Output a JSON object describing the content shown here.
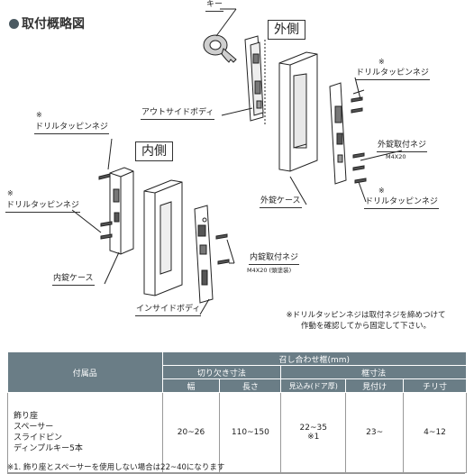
{
  "heading": "取付概略図",
  "outside_title": "外側",
  "inside_title": "内側",
  "labels": {
    "key": "キー",
    "outside_body": "アウトサイドボディ",
    "drill_screw": "ドリルタッピンネジ",
    "star": "※",
    "outer_lock_screw": "外錠取付ネジ",
    "outer_lock_screw_size": "M4X20",
    "outer_lock_case": "外錠ケース",
    "inner_lock_case": "内錠ケース",
    "inner_lock_screw": "内錠取付ネジ",
    "inner_lock_screw_size": "M4X20",
    "inner_lock_screw_note": "(頭塗装)",
    "inside_body": "インサイドボディ"
  },
  "note_line1": "※ドリルタッピンネジは取付ネジを締めつけて",
  "note_line2": "作動を確認してから固定して下さい。",
  "table": {
    "accessories_header": "付属品",
    "frame_header": "召し合わせ框(mm)",
    "cut_header": "切り欠き寸法",
    "frame_dim_header": "框寸法",
    "col_width": "幅",
    "col_length": "長さ",
    "col_depth": "見込み(ドア厚)",
    "col_face": "見付け",
    "col_chiri": "チリ寸",
    "accessories": [
      "飾り座",
      "スペーサー",
      "スライドピン",
      "ディンプルキー5本"
    ],
    "width_val": "20~26",
    "length_val": "110~150",
    "depth_val": "22~35",
    "depth_note": "※1",
    "face_val": "23~",
    "chiri_val": "4~12"
  },
  "footnote": "※1. 飾り座とスペーサーを使用しない場合は22~40になります"
}
